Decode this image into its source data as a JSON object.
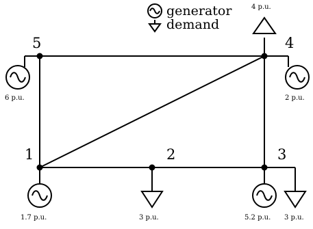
{
  "legend": {
    "generator_label": "generator",
    "demand_label": "demand",
    "generator_icon": "generator-icon",
    "demand_icon": "demand-icon"
  },
  "nodes": [
    {
      "id": "1",
      "label": "1"
    },
    {
      "id": "2",
      "label": "2"
    },
    {
      "id": "3",
      "label": "3"
    },
    {
      "id": "4",
      "label": "4"
    },
    {
      "id": "5",
      "label": "5"
    }
  ],
  "generators": [
    {
      "node": "5",
      "value": "6 p.u."
    },
    {
      "node": "4",
      "value": "2 p.u."
    },
    {
      "node": "1",
      "value": "1.7 p.u."
    },
    {
      "node": "3",
      "value": "5.2 p.u."
    }
  ],
  "demands": [
    {
      "node": "4",
      "value": "4 p.u."
    },
    {
      "node": "2",
      "value": "3 p.u."
    },
    {
      "node": "3",
      "value": "3 p.u."
    }
  ],
  "lines": [
    [
      "5",
      "4"
    ],
    [
      "5",
      "1"
    ],
    [
      "1",
      "2"
    ],
    [
      "2",
      "3"
    ],
    [
      "3",
      "4"
    ],
    [
      "1",
      "4"
    ]
  ]
}
